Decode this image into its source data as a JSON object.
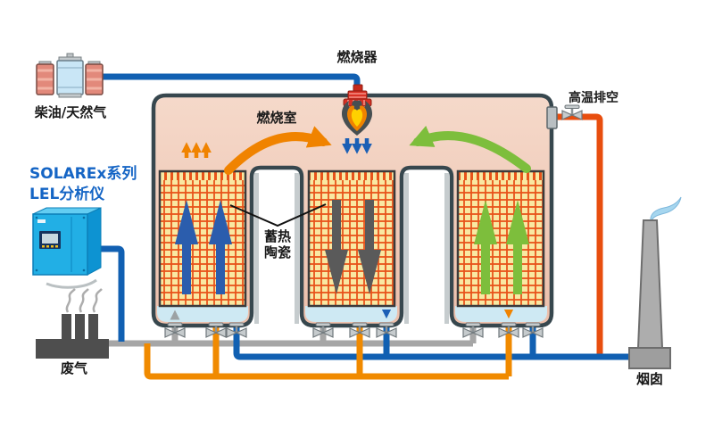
{
  "diagram": {
    "title_implicit": "RTO regenerative thermal oxidizer flow diagram",
    "labels": {
      "fuel_source": "柴油/天然气",
      "burner": "燃烧器",
      "combustion_chamber": "燃烧室",
      "hot_vent": "高温排空",
      "analyzer_line1": "SOLAREx系列",
      "analyzer_line2": "LEL分析仪",
      "ceramic_media_line1": "蓄热",
      "ceramic_media_line2": "陶瓷",
      "waste_gas": "废气",
      "stack": "烟囱"
    },
    "colors": {
      "vessel_fill_top": "#F5D8C9",
      "vessel_fill_bottom": "#ECBFAB",
      "vessel_border": "#37474E",
      "ceramic_cell": "#F9E8A2",
      "ceramic_grid": "#E8531A",
      "plenum": "#CEE9F3",
      "pipe_waste_gray": "#A6A6A6",
      "pipe_clean_blue": "#1160B2",
      "pipe_purge_orange": "#F08A00",
      "pipe_hot_vent": "#E84E0F",
      "bed_arrow_blue": "#2B5DAD",
      "bed_arrow_gray": "#5A5A5A",
      "bed_arrow_green": "#7DBE3C",
      "curve_arrow_orange": "#F08300",
      "curve_arrow_green": "#7DBE3C",
      "analyzer_cabinet": "#22AFE5",
      "flame_outer": "#474F52",
      "flame_mid": "#F08300",
      "flame_core": "#FFD100",
      "text_blue": "#1565C5"
    },
    "beds": [
      {
        "position": "left",
        "flow_direction": "up",
        "arrow_color": "blue"
      },
      {
        "position": "middle",
        "flow_direction": "down",
        "arrow_color": "gray"
      },
      {
        "position": "right",
        "flow_direction": "up",
        "arrow_color": "green"
      }
    ],
    "pipes": [
      {
        "name": "fuel_line",
        "color": "blue",
        "from": "fuel tanks",
        "to": "burner"
      },
      {
        "name": "waste_gas_main",
        "color": "gray",
        "from": "waste gas source",
        "to": "bed inlets"
      },
      {
        "name": "clean_gas_main",
        "color": "blue",
        "from": "bed outlets",
        "to": "stack"
      },
      {
        "name": "purge_main",
        "color": "orange",
        "from": "waste gas main",
        "to": "bed purge ports"
      },
      {
        "name": "hot_vent_line",
        "color": "red-orange",
        "from": "combustion chamber",
        "to": "stack line"
      },
      {
        "name": "analyzer_sample_line",
        "color": "blue",
        "from": "LEL analyzer",
        "to": "waste gas main"
      }
    ],
    "valve_count": 10
  }
}
